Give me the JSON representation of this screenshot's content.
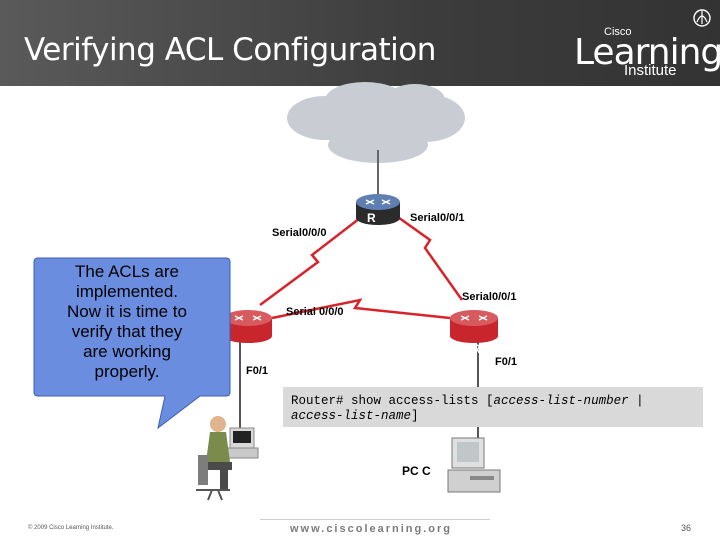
{
  "slide": {
    "title": "Verifying ACL Configuration",
    "logo": {
      "cisco": "Cisco",
      "learning": "Learning",
      "institute": "Institute"
    },
    "callout_lines": [
      "The ACLs are",
      "implemented.",
      "Now it is time to",
      "verify that they",
      "are working",
      "properly."
    ],
    "command": {
      "prefix": "Router# show access-lists [",
      "arg1": "access-list-number",
      "sep": " |",
      "arg2": "access-list-name",
      "suffix": "]"
    },
    "footer_url": "www.ciscolearning.org",
    "copyright": "© 2009 Cisco Learning Institute.",
    "page_number": "36"
  },
  "network": {
    "router_letter": "R",
    "labels": {
      "top_left_serial": "Serial0/0/0",
      "top_right_serial": "Serial0/0/1",
      "right_serial": "Serial0/0/1",
      "left_serial": "Serial 0/0/0",
      "left_f01": "F0/1",
      "right_f01": "F0/1",
      "pc_c": "PC C"
    },
    "colors": {
      "router": "#c8252c",
      "cloud": "#c9cdd3",
      "link": "#d9232a",
      "callout": "#6b8de0"
    }
  }
}
